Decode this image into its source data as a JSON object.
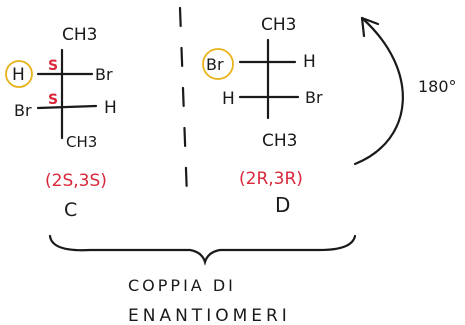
{
  "left": {
    "top": "CH3",
    "bottom": "CH3",
    "upper_left": "H",
    "upper_right": "Br",
    "lower_left": "Br",
    "lower_right": "H",
    "upper_config": "S",
    "lower_config": "S",
    "descriptor": "(2S,3S)",
    "letter": "C"
  },
  "right": {
    "top": "CH3",
    "bottom": "CH3",
    "upper_left": "Br",
    "upper_right": "H",
    "lower_left": "H",
    "lower_right": "Br",
    "descriptor": "(2R,3R)",
    "letter": "D"
  },
  "rotation": "180°",
  "caption_line1": "COPPIA DI",
  "caption_line2": "ENANTIOMERI",
  "colors": {
    "ink": "#1a1a1a",
    "config_red": "#d8283a",
    "highlight": "#e8b21a"
  }
}
